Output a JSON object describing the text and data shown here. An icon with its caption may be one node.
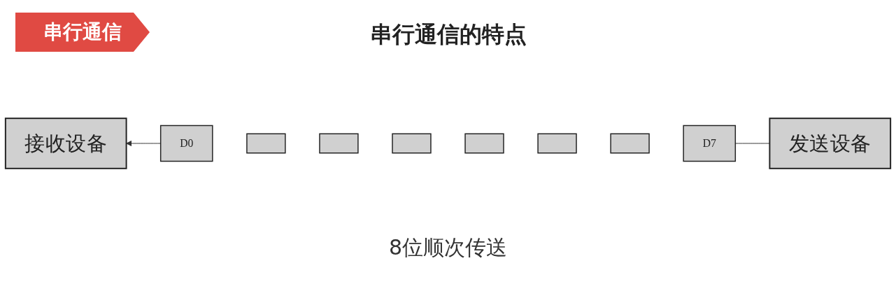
{
  "diagram": {
    "title": "串行通信的特点",
    "nodes": [
      {
        "text": [
          "接收设备"
        ]
      },
      {
        "text": [
          "D0"
        ]
      },
      {
        "text": [],
        "shape": "box"
      },
      {
        "text": [],
        "shape": "box"
      },
      {
        "text": [],
        "shape": "box"
      },
      {
        "text": [],
        "shape": "box"
      },
      {
        "text": [],
        "shape": "box"
      },
      {
        "text": [],
        "shape": "box"
      },
      {
        "text": [
          "D7"
        ]
      },
      {
        "text": [
          "发送设备"
        ]
      }
    ],
    "edges": [
      {
        "from": 9,
        "to": 8,
        "arrow": "none"
      },
      {
        "from": 1,
        "to": 0,
        "arrow": "to"
      }
    ],
    "labels": [
      "串行通信",
      "8位顺次传送"
    ]
  }
}
